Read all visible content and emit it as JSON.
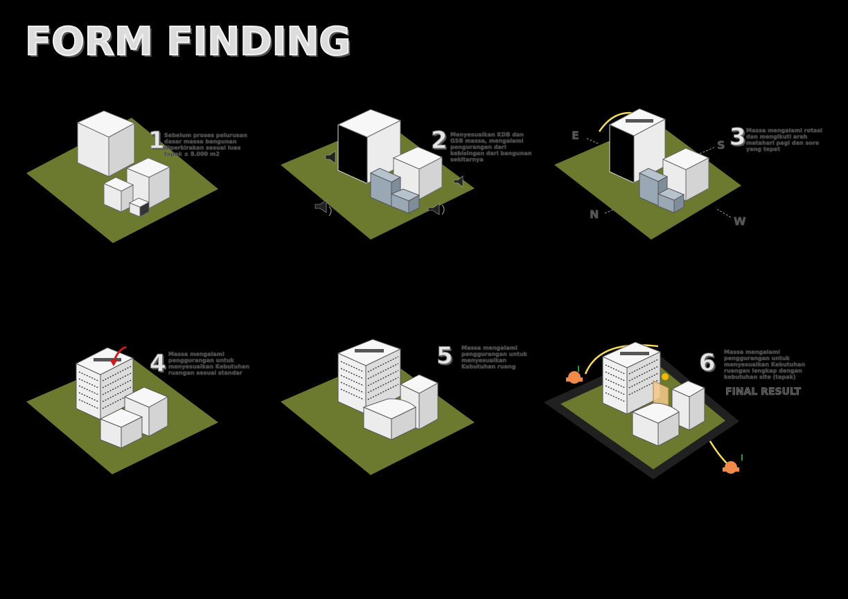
{
  "title": "FORM FINDING",
  "steps": [
    {
      "number": "1",
      "text": "Sebelum proses pelurusan dasar massa bangunan diperkirakan sesuai luas tapak ± 8.000 m2"
    },
    {
      "number": "2",
      "text": "Menyesuaikan KDB dan GSB massa, mengalami pengurangan dari kebisingan dari bangunan sekitarnya"
    },
    {
      "number": "3",
      "text": "Massa mengalami rotasi dan mengikuti arah matahari pagi dan sore yang tepat"
    },
    {
      "number": "4",
      "text": "Massa mengalami penggurangan untuk menyesuaikan Kebutuhan ruangan sesuai standar"
    },
    {
      "number": "5",
      "text": "Massa mengalami penggurangan untuk menyesuaikan Kebutuhan ruang"
    },
    {
      "number": "6",
      "text": "Massa mengalami penggurangan untuk menyesuaikan Kebutuhan ruangan lengkap dengan kebutuhan site (tapak)"
    }
  ],
  "final_label": "FINAL RESULT",
  "directions": {
    "e": "E",
    "s": "S",
    "n": "N",
    "w": "W"
  },
  "colors": {
    "ground": "#6b7a2e",
    "building": "#e8e8e8",
    "building_edge": "#555555",
    "blue_block": "#9aa8b6",
    "sun_path": "#f5dc5a",
    "arrow_red": "#cc1d1d",
    "road": "#202020"
  }
}
